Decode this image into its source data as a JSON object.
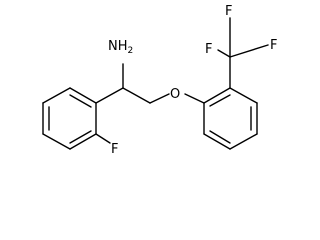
{
  "molecule": {
    "amine_group": "NH2",
    "amine_main": "NH",
    "amine_subscript": "2",
    "ether_oxygen": "O",
    "ring_fluorine": "F",
    "trifluoromethyl_fluorines": [
      "F",
      "F",
      "F"
    ]
  }
}
